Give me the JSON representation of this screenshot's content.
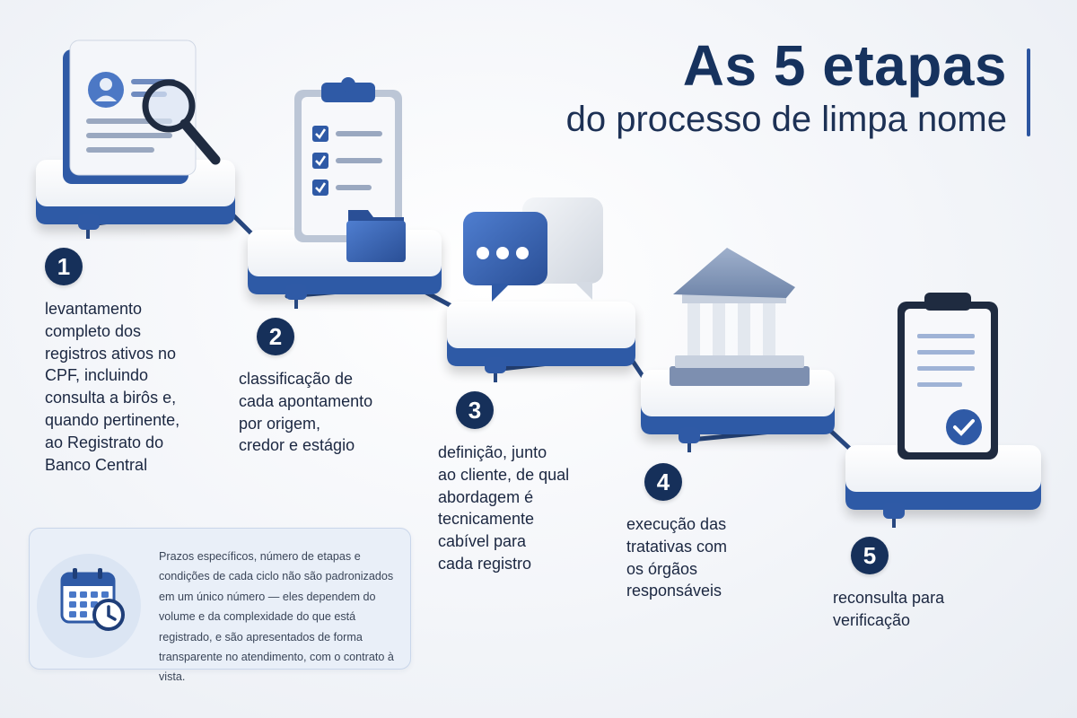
{
  "title": {
    "main": "As 5 etapas",
    "sub": "do processo de limpa nome"
  },
  "steps": [
    {
      "number": "1",
      "text": "levantamento\ncompleto dos\nregistros ativos no\nCPF, incluindo\nconsulta a birôs e,\nquando pertinente,\nao Registrato do\nBanco Central",
      "icon": "document-magnifier-icon"
    },
    {
      "number": "2",
      "text": "classificação de\ncada apontamento\npor origem,\ncredor e estágio",
      "icon": "checklist-clipboard-icon"
    },
    {
      "number": "3",
      "text": "definição, junto\nao cliente, de qual\nabordagem é\ntecnicamente\ncabível para\ncada registro",
      "icon": "chat-bubbles-icon"
    },
    {
      "number": "4",
      "text": "execução das\ntratativas com\nos órgãos\nresponsáveis",
      "icon": "bank-building-icon"
    },
    {
      "number": "5",
      "text": "reconsulta para\nverificação",
      "icon": "approved-clipboard-icon"
    }
  ],
  "note": {
    "text": "Prazos específicos, número de etapas e condições de cada ciclo não são padronizados em um único número — eles dependem do volume e da complexidade do que está registrado, e são apresentados de forma transparente no atendimento, com o contrato à vista.",
    "icon": "calendar-clock-icon"
  },
  "colors": {
    "navy": "#16305a",
    "accent_blue": "#2c55a0",
    "platform_top": "#f8f9fb",
    "platform_edge": "#2f5aa6"
  }
}
